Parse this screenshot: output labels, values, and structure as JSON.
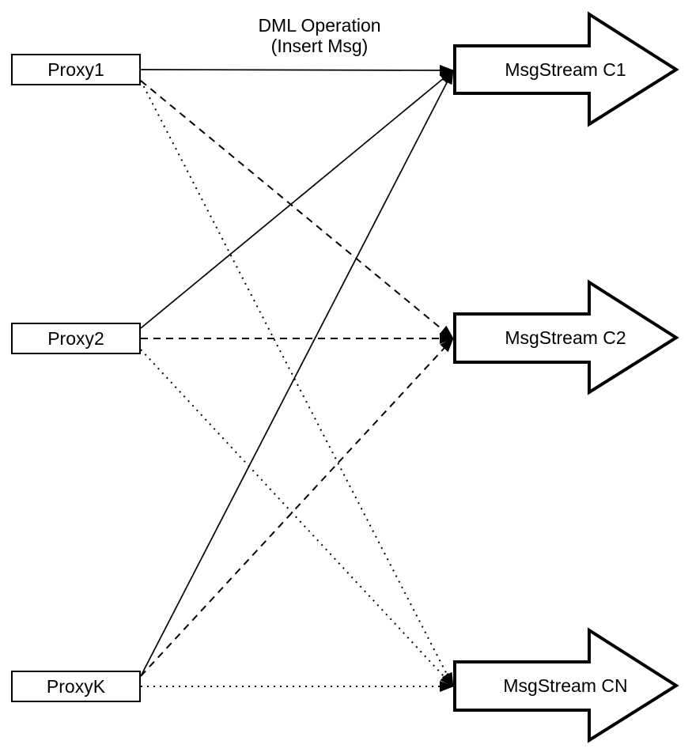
{
  "title_label": {
    "line1": "DML Operation",
    "line2": "(Insert Msg)"
  },
  "colors": {
    "stroke": "#000000",
    "background": "#ffffff"
  },
  "proxies": [
    {
      "id": "proxy1",
      "label": "Proxy1"
    },
    {
      "id": "proxy2",
      "label": "Proxy2"
    },
    {
      "id": "proxyk",
      "label": "ProxyK"
    }
  ],
  "streams": [
    {
      "id": "c1",
      "label": "MsgStream C1"
    },
    {
      "id": "c2",
      "label": "MsgStream C2"
    },
    {
      "id": "cn",
      "label": "MsgStream CN"
    }
  ],
  "edges": [
    {
      "from": "proxy1",
      "to": "c1",
      "style": "solid"
    },
    {
      "from": "proxy1",
      "to": "c2",
      "style": "dashed"
    },
    {
      "from": "proxy1",
      "to": "cn",
      "style": "dotted"
    },
    {
      "from": "proxy2",
      "to": "c1",
      "style": "solid"
    },
    {
      "from": "proxy2",
      "to": "c2",
      "style": "dashed"
    },
    {
      "from": "proxy2",
      "to": "cn",
      "style": "dotted"
    },
    {
      "from": "proxyk",
      "to": "c1",
      "style": "solid"
    },
    {
      "from": "proxyk",
      "to": "c2",
      "style": "dashed"
    },
    {
      "from": "proxyk",
      "to": "cn",
      "style": "dotted"
    }
  ]
}
